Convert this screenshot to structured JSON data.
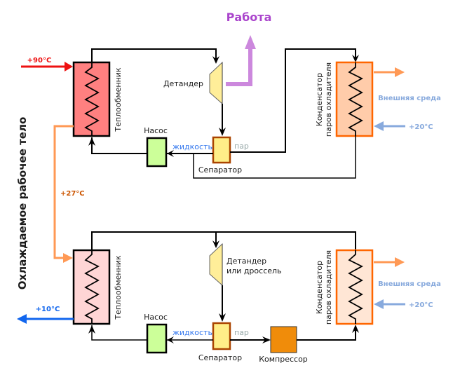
{
  "title": "Работа",
  "side_label": "Охлаждаемое рабочее тело",
  "colors": {
    "work": "#cc88dd",
    "work_text": "#aa44cc",
    "hot_in": "#ee1111",
    "warm": "#ff9955",
    "warm_text": "#cc5500",
    "cold_out": "#1166ee",
    "env_blue": "#88aadd",
    "hx_top_fill": "#ff8080",
    "hx_bottom_fill": "#ffd5d5",
    "cond_top_fill": "#ffccaa",
    "cond_bottom_fill": "#ffe6d5",
    "cond_stroke": "#ff6600",
    "pump_fill": "#ccff99",
    "separator_fill": "#ffee88",
    "separator_stroke": "#aa4400",
    "expander_fill": "#ffee99",
    "compressor_fill": "#f08c0a",
    "liquid_text": "#3377ee",
    "vapor_text": "#99aaaa"
  },
  "top_cycle": {
    "inlet_temp": "+90°C",
    "heat_exchanger": "Теплообменник",
    "expander": "Детандер",
    "pump": "Насос",
    "liquid": "жидкость",
    "vapor": "пар",
    "separator": "Сепаратор",
    "condenser_line1": "Конденсатор",
    "condenser_line2": "паров охладителя",
    "environment": "Внешняя среда",
    "env_temp": "+20°C"
  },
  "intermediate_temp": "+27°C",
  "bottom_cycle": {
    "outlet_temp": "+10°C",
    "heat_exchanger": "Теплообменник",
    "expander_line1": "Детандер",
    "expander_line2": "или дроссель",
    "pump": "Насос",
    "liquid": "жидкость",
    "vapor": "пар",
    "separator": "Сепаратор",
    "compressor": "Компрессор",
    "condenser_line1": "Конденсатор",
    "condenser_line2": "паров охладителя",
    "environment": "Внешняя среда",
    "env_temp": "+20°C"
  }
}
